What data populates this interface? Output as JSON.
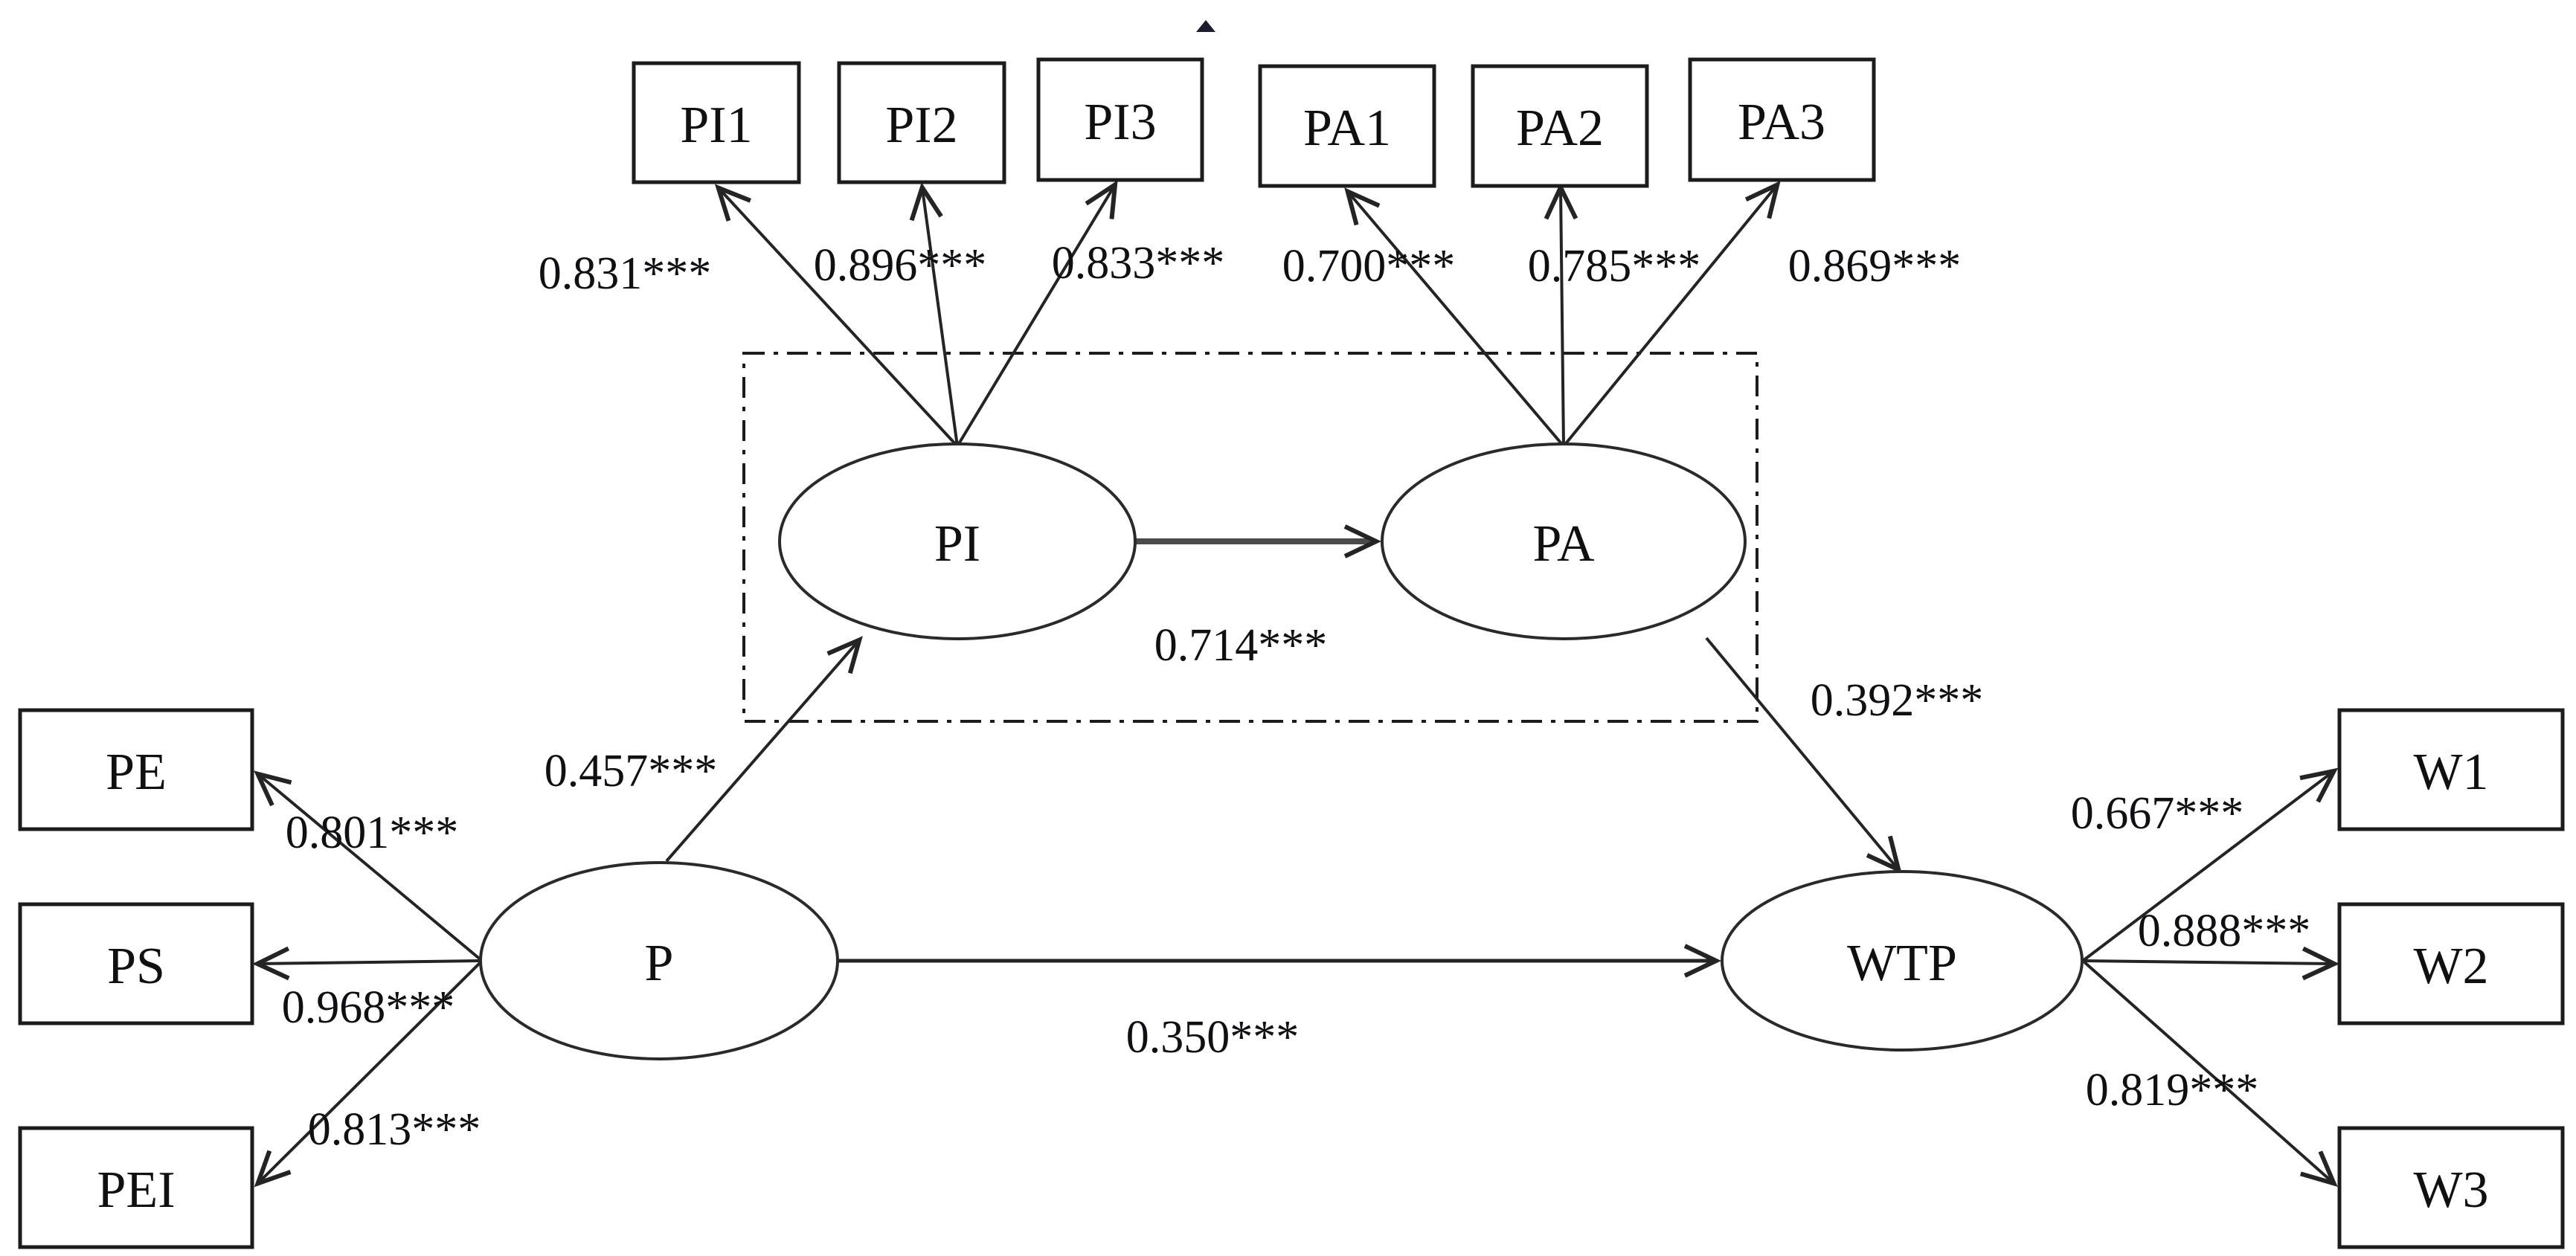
{
  "figure": {
    "type": "sem-path-diagram",
    "background_color": "#ffffff",
    "line_color": "#242424",
    "text_color": "#101010"
  },
  "latents": [
    {
      "id": "PI",
      "label": "PI"
    },
    {
      "id": "PA",
      "label": "PA"
    },
    {
      "id": "P",
      "label": "P"
    },
    {
      "id": "WTP",
      "label": "WTP"
    }
  ],
  "indicators": [
    {
      "id": "PI1",
      "label": "PI1",
      "latent": "PI",
      "loading": "0.831***"
    },
    {
      "id": "PI2",
      "label": "PI2",
      "latent": "PI",
      "loading": "0.896***"
    },
    {
      "id": "PI3",
      "label": "PI3",
      "latent": "PI",
      "loading": "0.833***"
    },
    {
      "id": "PA1",
      "label": "PA1",
      "latent": "PA",
      "loading": "0.700***"
    },
    {
      "id": "PA2",
      "label": "PA2",
      "latent": "PA",
      "loading": "0.785***"
    },
    {
      "id": "PA3",
      "label": "PA3",
      "latent": "PA",
      "loading": "0.869***"
    },
    {
      "id": "PE",
      "label": "PE",
      "latent": "P",
      "loading": "0.801***"
    },
    {
      "id": "PS",
      "label": "PS",
      "latent": "P",
      "loading": "0.968***"
    },
    {
      "id": "PEI",
      "label": "PEI",
      "latent": "P",
      "loading": "0.813***"
    },
    {
      "id": "W1",
      "label": "W1",
      "latent": "WTP",
      "loading": "0.667***"
    },
    {
      "id": "W2",
      "label": "W2",
      "latent": "WTP",
      "loading": "0.888***"
    },
    {
      "id": "W3",
      "label": "W3",
      "latent": "WTP",
      "loading": "0.819***"
    }
  ],
  "structural_paths": [
    {
      "from": "P",
      "to": "PI",
      "coefficient": "0.457***"
    },
    {
      "from": "PI",
      "to": "PA",
      "coefficient": "0.714***"
    },
    {
      "from": "PA",
      "to": "WTP",
      "coefficient": "0.392***"
    },
    {
      "from": "P",
      "to": "WTP",
      "coefficient": "0.350***"
    }
  ]
}
